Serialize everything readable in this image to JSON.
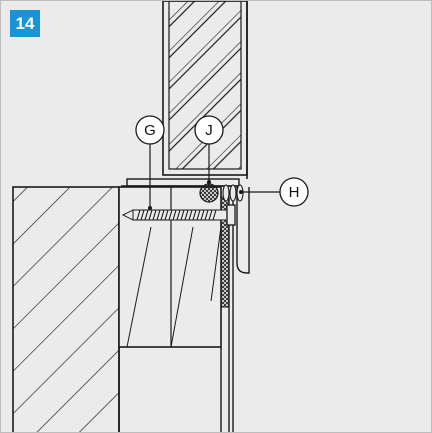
{
  "figure": {
    "number": "14"
  },
  "callouts": [
    {
      "id": "g",
      "label": "G"
    },
    {
      "id": "j",
      "label": "J"
    },
    {
      "id": "h",
      "label": "H"
    }
  ],
  "colors": {
    "badge": "#1a94d4",
    "background": "#ebebeb",
    "lines": "#1a1a1a"
  }
}
